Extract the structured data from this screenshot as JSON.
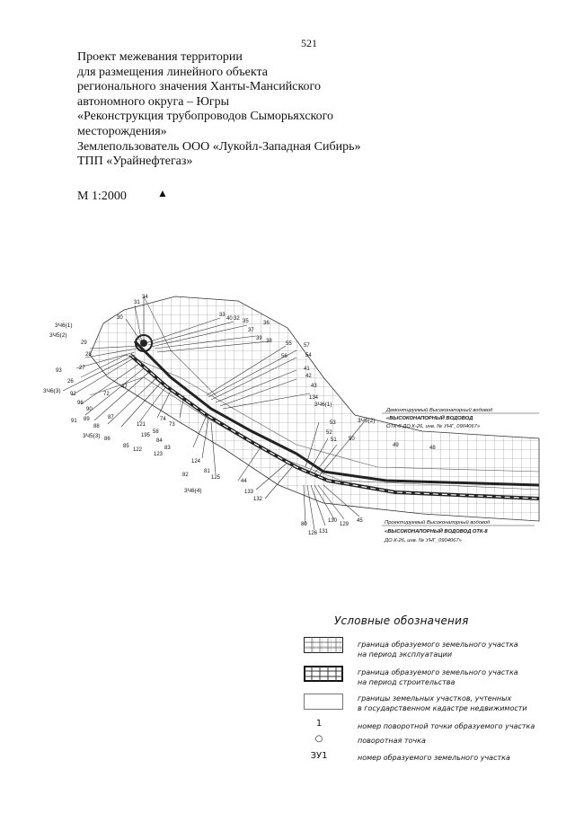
{
  "page_number": "521",
  "title_lines": [
    "Проект межевания территории",
    "для размещения линейного объекта",
    "регионального значения Ханты-Мансийского",
    "автономного округа – Югры",
    "«Реконструкция трубопроводов Сыморьяхского",
    "месторождения»",
    "Землепользователь ООО «Лукойл-Западная Сибирь»",
    "ТПП «Урайнефтегаз»"
  ],
  "scale": "М 1:2000",
  "north_arrow": "▲",
  "map": {
    "parcel_labels": {
      "p1": "3Ч6(1)",
      "p2": "3Ч5(2)",
      "p3": "3Ч6(3)",
      "p4": "3Ч5(3)",
      "p5": "3Ч6(1)",
      "p6": "3Ч6(2)",
      "p7": "3Ч6(4)"
    },
    "point_labels": {
      "a": "34",
      "b": "31",
      "c": "30",
      "d": "33",
      "e": "40",
      "f": "32",
      "g": "35",
      "h": "36",
      "i": "37",
      "j": "39",
      "k": "38",
      "l": "55",
      "m": "57",
      "n": "56",
      "o": "54",
      "p": "41",
      "q": "42",
      "r": "43",
      "s": "134",
      "t": "29",
      "u": "28",
      "v": "93",
      "w": "27",
      "x": "26",
      "y": "92",
      "z": "72",
      "aa": "47",
      "ab": "96",
      "ac": "91",
      "ad": "90",
      "ae": "89",
      "af": "88",
      "ag": "87",
      "ah": "86",
      "ai": "85",
      "aj": "122",
      "ak": "121",
      "al": "195",
      "am": "58",
      "an": "84",
      "ao": "83",
      "ap": "123",
      "aq": "124",
      "ar": "82",
      "as": "81",
      "at": "125",
      "au": "44",
      "av": "133",
      "aw": "132",
      "ax": "53",
      "ay": "52",
      "az": "51",
      "ba": "50",
      "bb": "49",
      "bc": "48",
      "bd": "45",
      "be": "129",
      "bf": "130",
      "bg": "131",
      "bh": "126",
      "bi": "80",
      "bj": "74",
      "bk": "73"
    },
    "annotation_existing": [
      "Демонтируемый Высоконапорный водовод",
      "«ВЫСОКОНАПОРНЫЙ ВОДОВОД",
      "ОТК-8 ДО К-26, инв. № УНГ_0904067»"
    ],
    "annotation_projected": [
      "Проектируемый Высоконапорный водовод",
      "«ВЫСОКОНАПОРНЫЙ ВОДОВОД ОТК-8",
      "ДО К-26, инв. № УНГ_0904067»"
    ]
  },
  "legend": {
    "title": "Условные обозначения",
    "items": [
      {
        "text": [
          "граница образуемого земельного участка",
          "на период эксплуатации"
        ]
      },
      {
        "text": [
          "граница образуемого земельного участка",
          "на период строительства"
        ]
      },
      {
        "text": [
          "границы земельных участков, учтенных",
          "в государственном кадастре недвижимости"
        ]
      },
      {
        "symbol": "1",
        "text": [
          "номер поворотной точки образуемого участка"
        ]
      },
      {
        "symbol": "○",
        "text": [
          "поворотная точка"
        ]
      },
      {
        "symbol": "ЗУ1",
        "text": [
          "номер образуемого земельного участка"
        ]
      }
    ]
  }
}
